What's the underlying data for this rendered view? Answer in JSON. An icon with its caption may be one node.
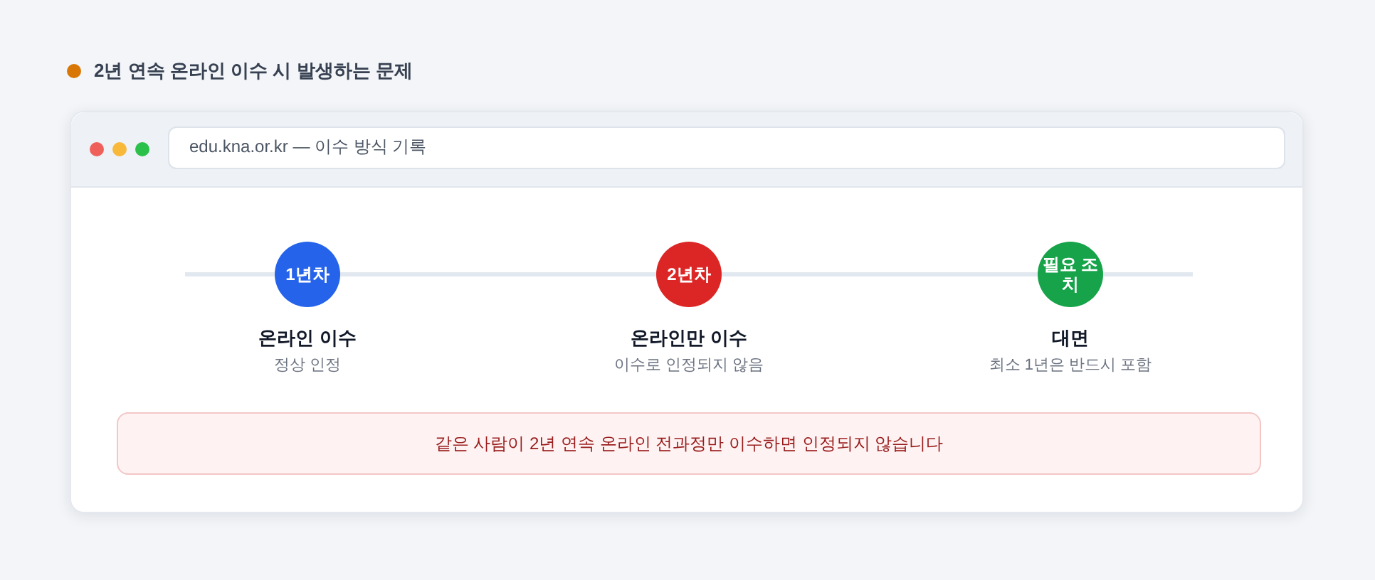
{
  "diagram": {
    "title": "2년 연속 온라인 이수 시 발생하는 문제",
    "nodes": [
      {
        "text": [
          "edu.kna.or.kr — 이수 방식 기록"
        ]
      },
      {
        "text": [
          "1년차"
        ],
        "in": 0,
        "beside": [
          "온라인 이수",
          "정상 인정"
        ]
      },
      {
        "text": [
          "2년차"
        ],
        "in": 0,
        "beside": [
          "온라인만 이수",
          "이수로 인정되지 않음"
        ]
      },
      {
        "text": [
          "필요 조치"
        ],
        "in": 0,
        "beside": [
          "대면",
          "최소 1년은 반드시 포함"
        ]
      },
      {
        "text": [
          "같은 사람이 2년 연속 온라인 전과정만 이수하면 인정되지 않습니다"
        ],
        "in": 0
      }
    ],
    "edges": [
      {
        "from": null,
        "to": 1,
        "arrow": "none"
      },
      {
        "from": 1,
        "to": 2,
        "arrow": "none"
      },
      {
        "from": 2,
        "to": 3,
        "arrow": "none"
      },
      {
        "from": 3,
        "to": null,
        "arrow": "none"
      }
    ]
  }
}
